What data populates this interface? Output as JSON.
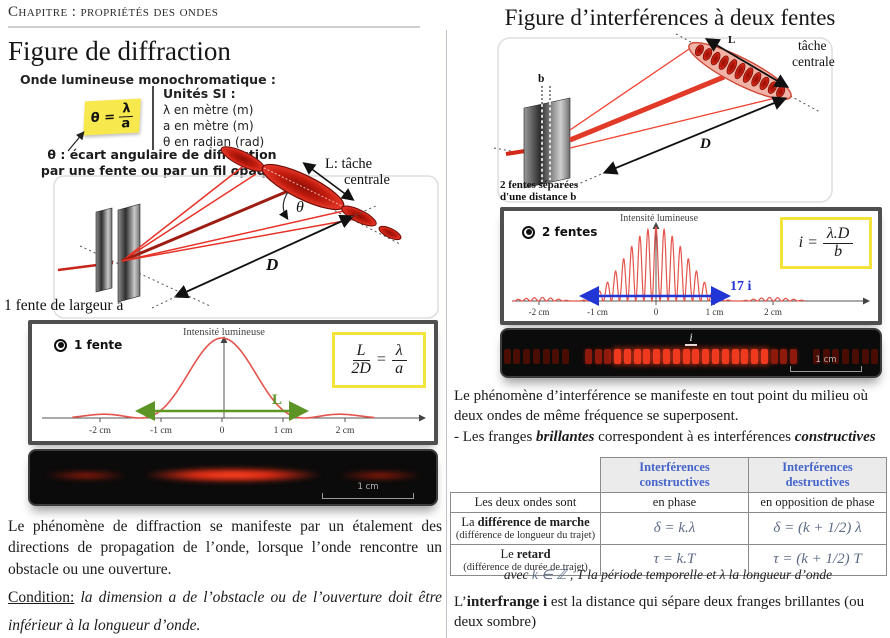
{
  "page": {
    "chapter": "Chapitre : propriétés des ondes",
    "left_title": "Figure de diffraction",
    "left_subtitle": "Onde lumineuse monochromatique :",
    "right_title": "Figure d’interférences à deux fentes"
  },
  "sticky": {
    "lhs": "θ =",
    "num": "λ",
    "den": "a"
  },
  "unites": {
    "title": "Unités SI :",
    "lines": [
      "λ en mètre (m)",
      "a en mètre (m)",
      "θ en radian (rad)"
    ]
  },
  "theta_caption": {
    "line1": "θ : écart angulaire de diffraction",
    "line2": "par une fente ou par un fil opaque"
  },
  "left_diagram": {
    "L_label1": "L:  tâche",
    "L_label2": "centrale",
    "theta": "θ",
    "D": "D",
    "slit_caption": "1 fente de largeur a"
  },
  "right_diagram": {
    "b": "b",
    "L": "L",
    "tache1": "tâche",
    "tache2": "centrale",
    "D": "D",
    "slits_caption1": "2 fentes séparées",
    "slits_caption2": "d'une distance b"
  },
  "left_plot": {
    "title": "Intensité lumineuse",
    "legend": "1 fente",
    "ticks": [
      "-2 cm",
      "-1 cm",
      "0",
      "1 cm",
      "2 cm"
    ],
    "arrow_label": "L",
    "formula": {
      "num1": "L",
      "den1": "2D",
      "eq": "=",
      "num2": "λ",
      "den2": "a"
    }
  },
  "right_plot": {
    "title": "Intensité lumineuse",
    "legend": "2 fentes",
    "ticks": [
      "-2 cm",
      "-1 cm",
      "0",
      "1 cm",
      "2 cm"
    ],
    "arrow_label": "17 i",
    "formula": {
      "lhs": "i =",
      "num": "λ.D",
      "den": "b"
    }
  },
  "left_strip": {
    "scale": "1 cm"
  },
  "right_strip": {
    "scale": "1 cm",
    "i_label": "i",
    "pattern": [
      {
        "count": 7,
        "level": "faint"
      },
      {
        "count": 1,
        "level": "gap"
      },
      {
        "count": 3,
        "level": "medium"
      },
      {
        "count": 16,
        "level": "bright"
      },
      {
        "count": 3,
        "level": "medium"
      },
      {
        "count": 1,
        "level": "gap"
      },
      {
        "count": 7,
        "level": "faint"
      }
    ]
  },
  "diffraction_text": {
    "para": "Le phénomène de diffraction se manifeste par un étalement des directions de propagation de l’onde, lorsque l’onde rencontre un obstacle ou une ouverture.",
    "condition_label": "Condition:",
    "condition_text": " la dimension a de l’obstacle ou de l’ouverture doit être inférieur à la longueur d’onde."
  },
  "interference_text": {
    "line1": "Le phénomène d’interférence se manifeste en tout point du milieu où deux ondes de même fréquence se superposent.",
    "bullet_prefix": "-  Les franges ",
    "bullet_bold1": "brillantes",
    "bullet_mid": " correspondent à es interférences ",
    "bullet_bold2": "constructives"
  },
  "table": {
    "headers": [
      "",
      "Interférences constructives",
      "Interférences destructives"
    ],
    "row1": {
      "label": "Les deux ondes sont",
      "c1": "en phase",
      "c2": "en opposition de phase"
    },
    "row2": {
      "label_prefix": "La ",
      "label_bold": "différence de marche",
      "sub": "(différence de longueur du trajet)",
      "c1": "δ = k.λ",
      "c2": "δ = (k + 1/2) λ"
    },
    "row3": {
      "label_prefix": "Le ",
      "label_bold": "retard",
      "sub": "(différence de durée de trajet)",
      "c1": "τ = k.T",
      "c2": "τ = (k + 1/2) T"
    }
  },
  "note": {
    "prefix": "avec ",
    "math": "k ∈ ℤ",
    "rest": " , T la période temporelle et λ  la longueur d’onde"
  },
  "interfrange": {
    "prefix": "L’",
    "bold": "interfrange i",
    "rest": " est la distance qui sépare deux franges brillantes (ou deux sombre)"
  },
  "colors": {
    "curve_red": "#e4544c",
    "ray_red": "#e63227",
    "arrow_green": "#5d9426",
    "arrow_blue": "#2236d6",
    "table_header_blue": "#4565cb",
    "math_gray": "#5c6a86",
    "formula_box_yellow": "#f3e33c",
    "sticky_yellow": "#f7e84e"
  },
  "chart_data": [
    {
      "type": "line",
      "title": "Intensité lumineuse",
      "xlabel_ticks": [
        "-2 cm",
        "-1 cm",
        "0",
        "1 cm",
        "2 cm"
      ],
      "x_range_cm": [
        -2.5,
        2.5
      ],
      "series": [
        {
          "name": "1 fente",
          "color": "#e4544c",
          "model": "sinc2(x / first_zero)",
          "first_zero_cm": 1.35,
          "peak_normalized": 1
        }
      ],
      "annotations": [
        {
          "label": "L",
          "type": "double-arrow",
          "span_cm": [
            -1.35,
            1.35
          ],
          "color": "#5d9426"
        },
        {
          "label": "L/2D = λ/a",
          "type": "formula-box"
        }
      ],
      "legend_position": "top-left",
      "grid": false
    },
    {
      "type": "line",
      "title": "Intensité lumineuse",
      "xlabel_ticks": [
        "-2 cm",
        "-1 cm",
        "0",
        "1 cm",
        "2 cm"
      ],
      "x_range_cm": [
        -2.5,
        2.55
      ],
      "series": [
        {
          "name": "2 fentes",
          "color": "#e4544c",
          "model": "cos2(pi·x/i) × sinc2(x / envelope_zero)",
          "fringe_spacing_cm": 0.1386,
          "envelope_zero_cm": 1.38,
          "peak_normalized": 1
        }
      ],
      "annotations": [
        {
          "label": "17 i",
          "type": "double-arrow",
          "span_cm": [
            -1.18,
            1.21
          ],
          "color": "#2236d6"
        },
        {
          "label": "i = λ.D/b",
          "type": "formula-box"
        }
      ],
      "legend_position": "top-left",
      "grid": false
    }
  ]
}
